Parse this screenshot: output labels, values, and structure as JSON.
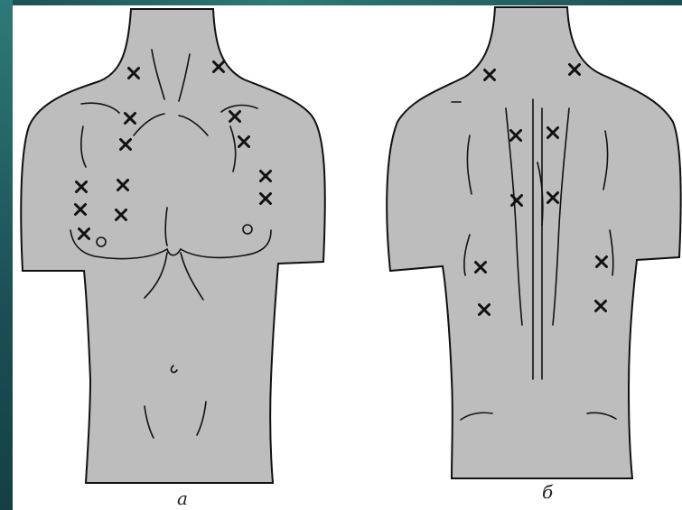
{
  "figure": {
    "panels": [
      {
        "id": "front",
        "caption": "а"
      },
      {
        "id": "back",
        "caption": "б"
      }
    ],
    "colors": {
      "skin": "#bdbdbd",
      "outline": "#111111",
      "marker": "#111111",
      "background": "#ffffff",
      "slide_accent": "#1f5a5d"
    }
  }
}
